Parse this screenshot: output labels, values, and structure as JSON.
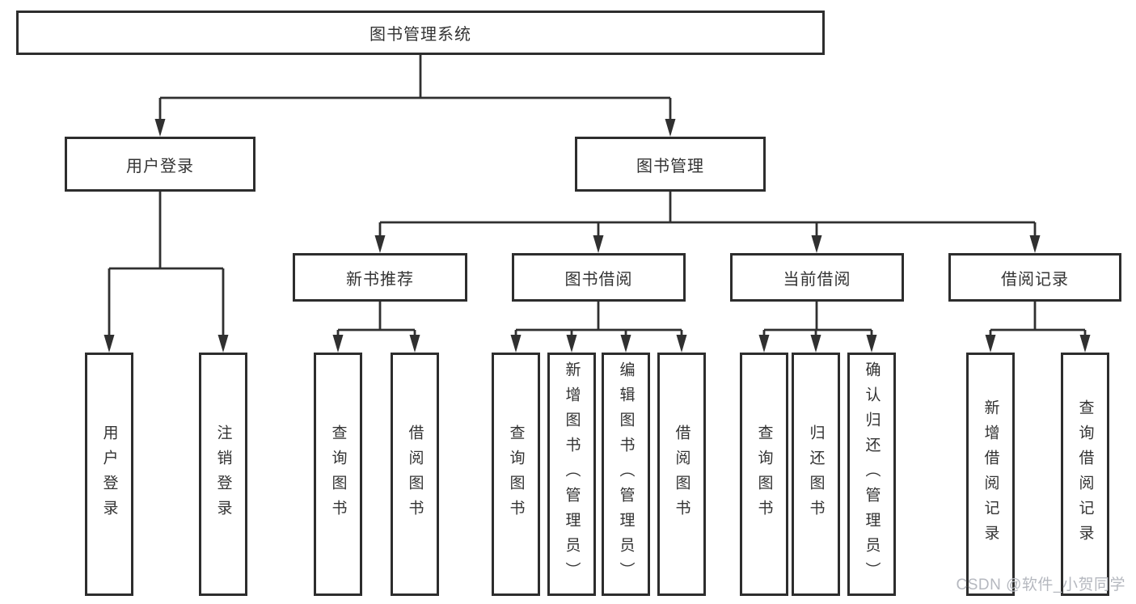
{
  "diagram": {
    "title": "图书管理系统",
    "level2": [
      {
        "label": "用户登录"
      },
      {
        "label": "图书管理"
      }
    ],
    "level3": [
      {
        "label": "新书推荐"
      },
      {
        "label": "图书借阅"
      },
      {
        "label": "当前借阅"
      },
      {
        "label": "借阅记录"
      }
    ],
    "leaves": {
      "user_login": [
        "用户登录",
        "注销登录"
      ],
      "new_book": [
        "查询图书",
        "借阅图书"
      ],
      "book_borrow": [
        "查询图书",
        "新增图书（管理员）",
        "编辑图书（管理员）",
        "借阅图书"
      ],
      "current_borrow": [
        "查询图书",
        "归还图书",
        "确认归还（管理员）"
      ],
      "borrow_records": [
        "新增借阅记录",
        "查询借阅记录"
      ]
    }
  },
  "watermark": {
    "text": "CSDN @软件_小贺同学"
  },
  "colors": {
    "background": "#ffffff",
    "line": "#303030",
    "box_border": "#2d2d2d",
    "box_fill": "#ffffff",
    "text": "#333333",
    "watermark": "#b5b8bf"
  }
}
